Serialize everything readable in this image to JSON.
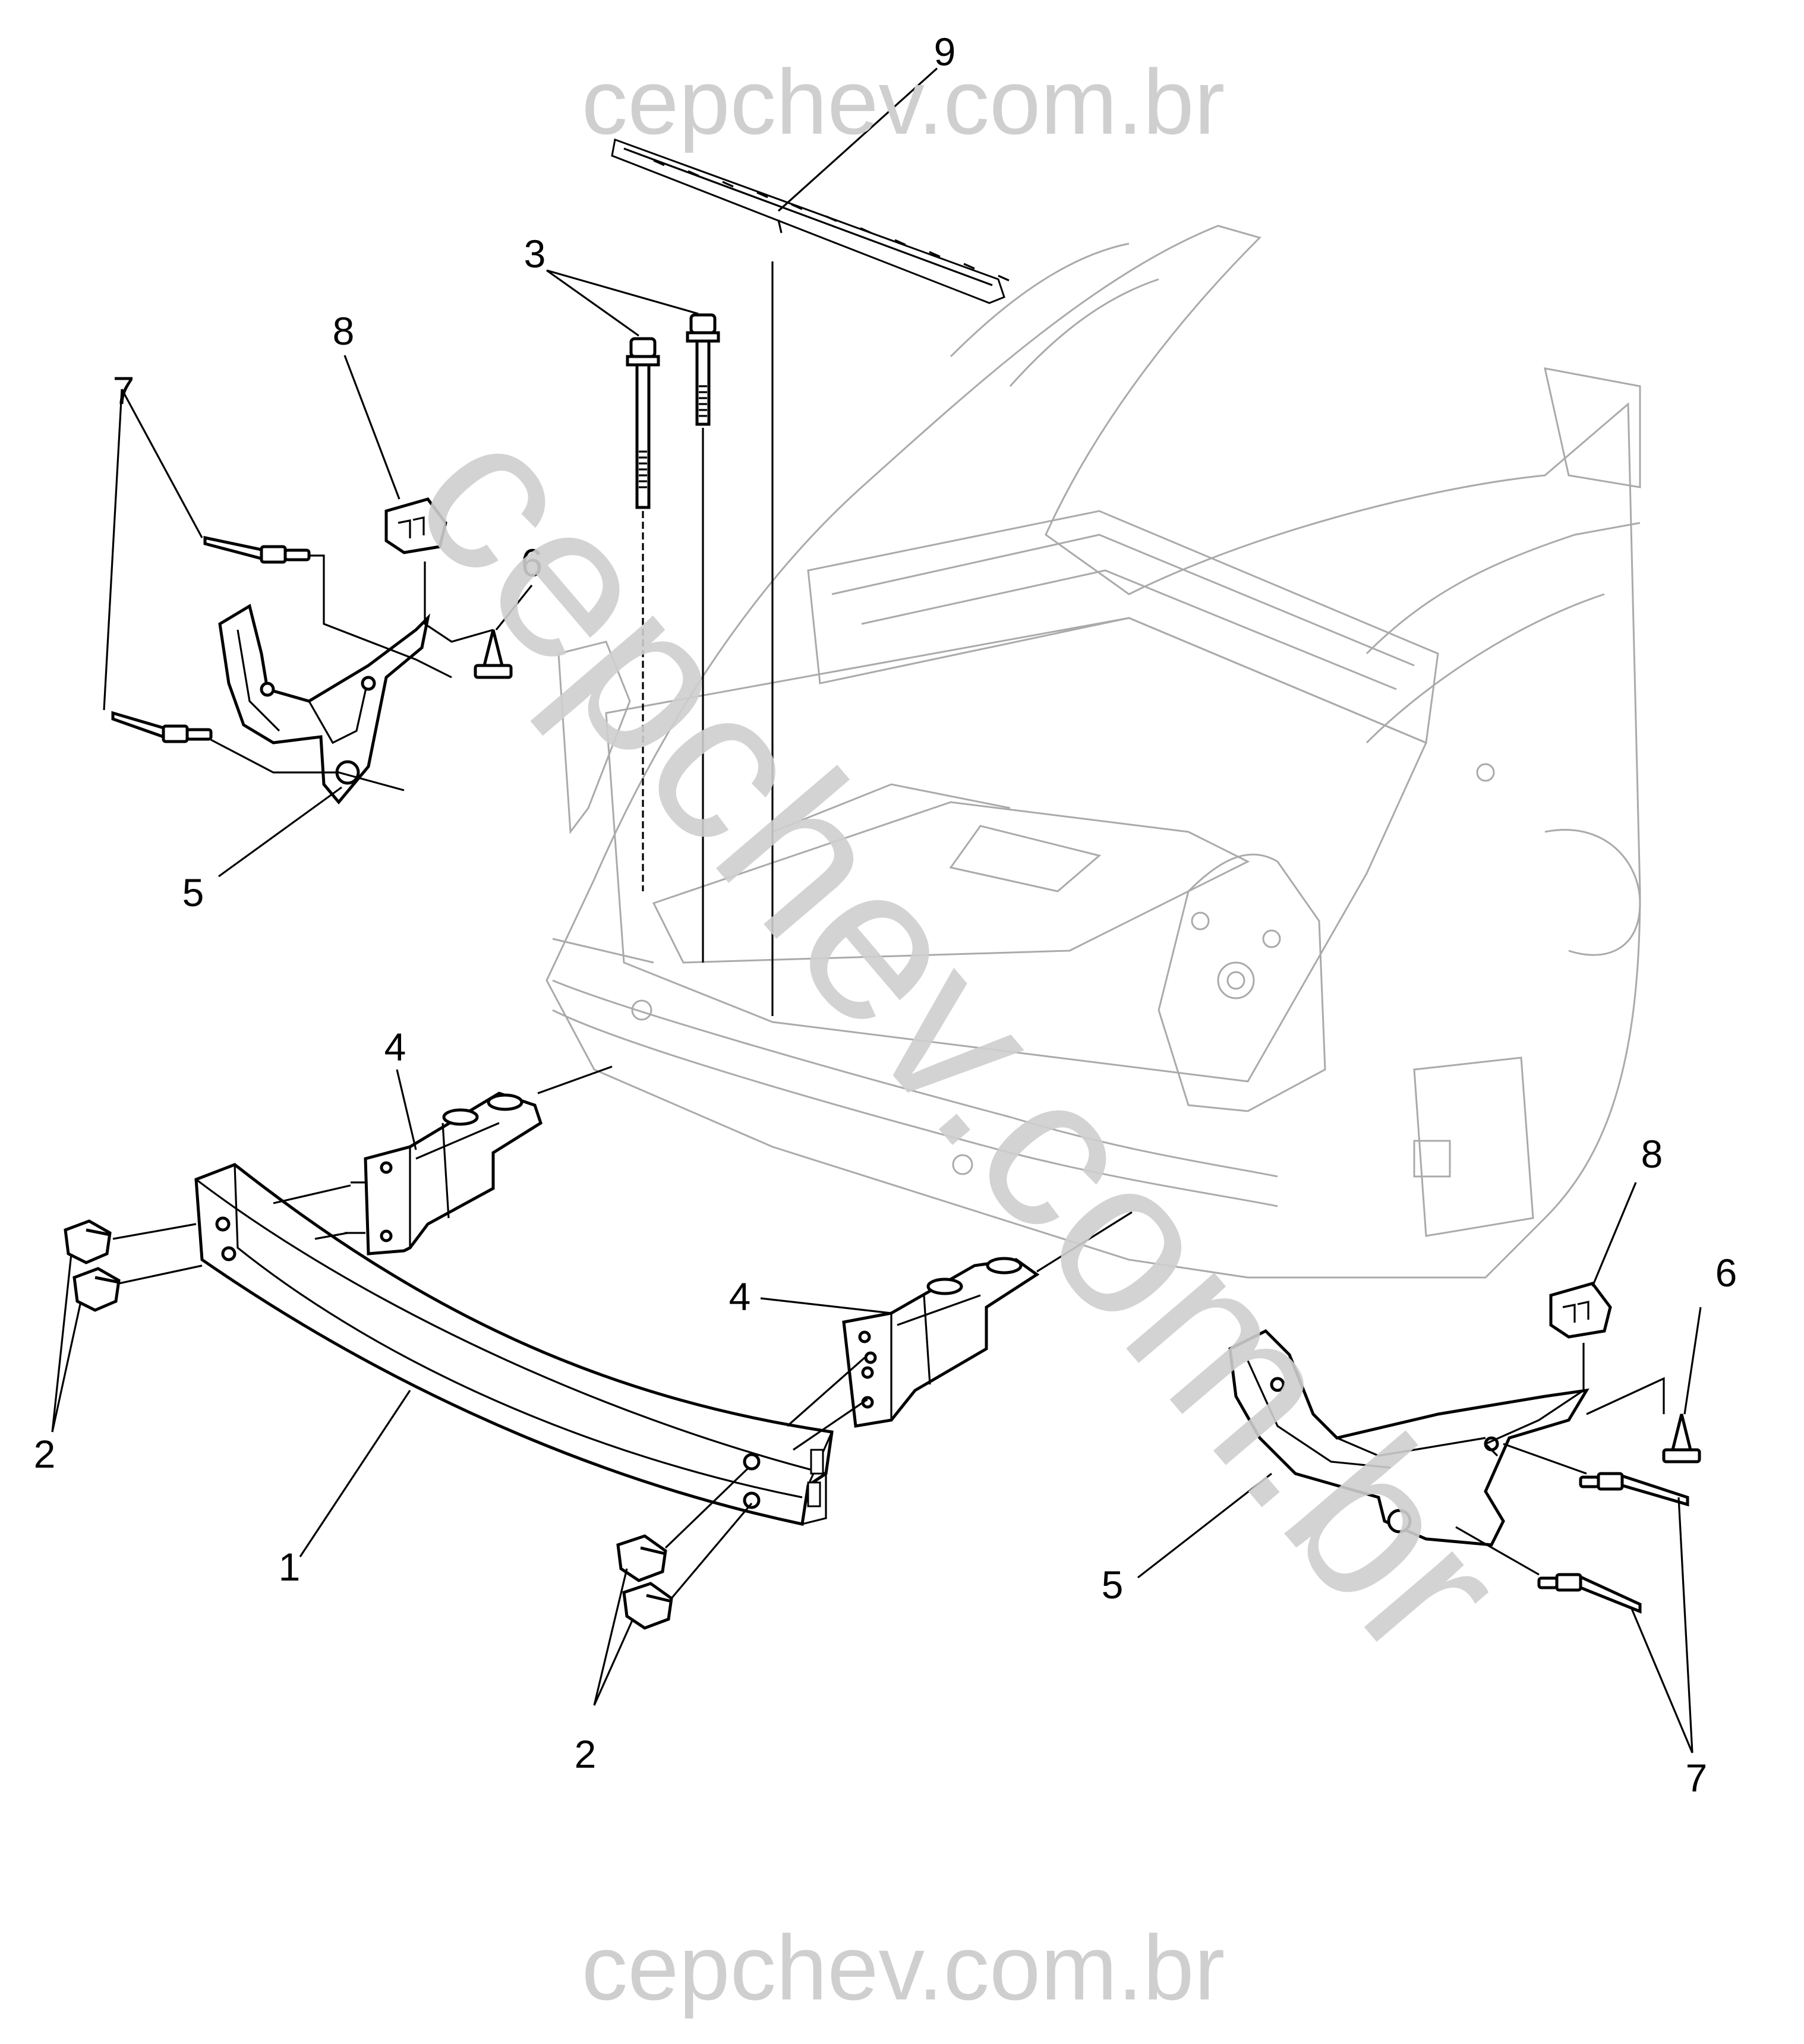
{
  "watermark": {
    "top": "cepchev.com.br",
    "bottom": "cepchev.com.br",
    "diagonal": "cepchev.com.br",
    "color": "#cfcfcf"
  },
  "callouts": {
    "c1": "1",
    "c2a": "2",
    "c2b": "2",
    "c3": "3",
    "c4a": "4",
    "c4b": "4",
    "c5a": "5",
    "c5b": "5",
    "c6a": "6",
    "c6b": "6",
    "c7a": "7",
    "c7b": "7",
    "c8a": "8",
    "c8b": "8",
    "c9": "9"
  },
  "colors": {
    "line": "#000000",
    "ghost_body": "#aaaaaa",
    "background": "#ffffff"
  }
}
